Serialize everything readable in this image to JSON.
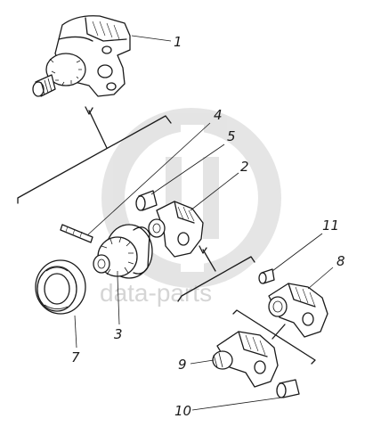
{
  "callouts": {
    "c1": "1",
    "c2": "2",
    "c3": "3",
    "c4": "4",
    "c5": "5",
    "c7": "7",
    "c8": "8",
    "c9": "9",
    "c10": "10",
    "c11": "11"
  },
  "watermark": {
    "text": "data-parts",
    "color": "#c8c8c8"
  },
  "colors": {
    "ink": "#1a1a1a",
    "background": "#ffffff"
  }
}
